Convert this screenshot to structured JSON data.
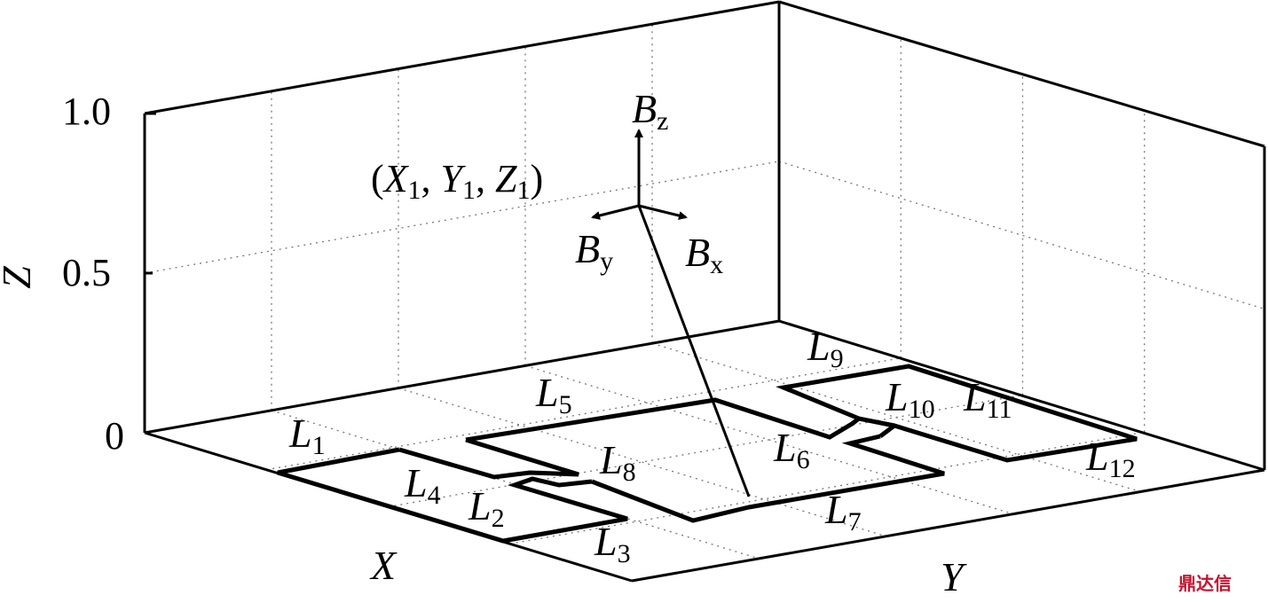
{
  "axes": {
    "x_label": "X",
    "y_label": "Y",
    "z_label": "Z",
    "z_ticks": [
      "1.0",
      "0.5",
      "0"
    ]
  },
  "point_label": {
    "open": "(",
    "X": "X",
    "X_sub": "1",
    "Y": "Y",
    "Y_sub": "1",
    "Z": "Z",
    "Z_sub": "1",
    "close": ")",
    "sep": ","
  },
  "vectors": [
    {
      "main": "B",
      "sub": "z"
    },
    {
      "main": "B",
      "sub": "y"
    },
    {
      "main": "B",
      "sub": "x"
    }
  ],
  "segments": [
    {
      "main": "L",
      "sub": "1"
    },
    {
      "main": "L",
      "sub": "2"
    },
    {
      "main": "L",
      "sub": "3"
    },
    {
      "main": "L",
      "sub": "4"
    },
    {
      "main": "L",
      "sub": "5"
    },
    {
      "main": "L",
      "sub": "6"
    },
    {
      "main": "L",
      "sub": "7"
    },
    {
      "main": "L",
      "sub": "8"
    },
    {
      "main": "L",
      "sub": "9"
    },
    {
      "main": "L",
      "sub": "10"
    },
    {
      "main": "L",
      "sub": "11"
    },
    {
      "main": "L",
      "sub": "12"
    }
  ],
  "watermark": "鼎达信"
}
